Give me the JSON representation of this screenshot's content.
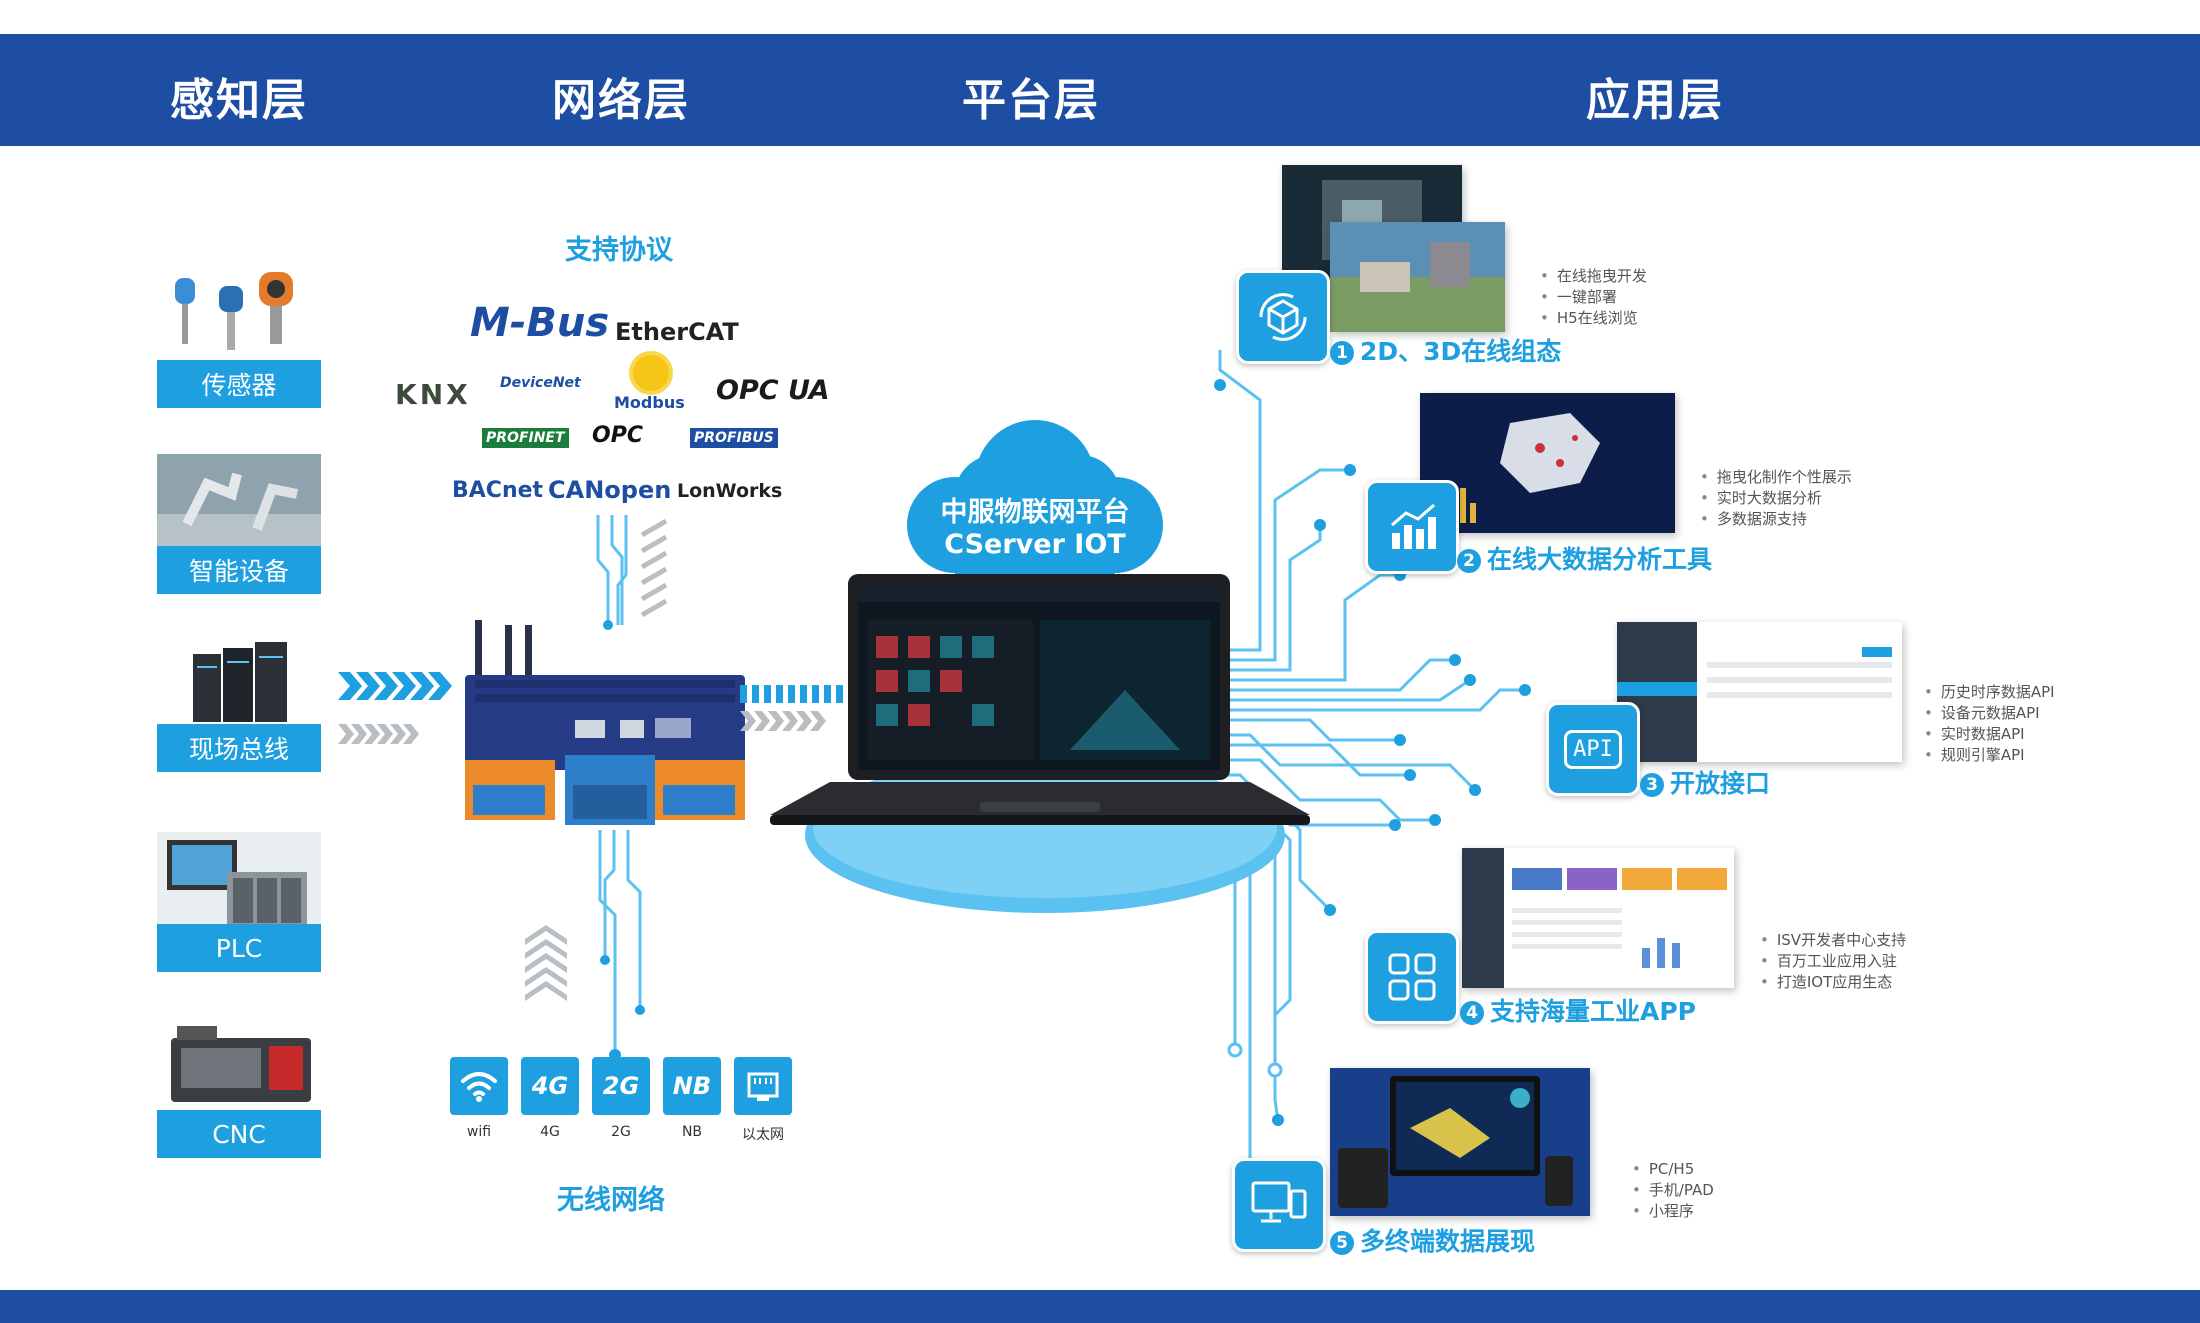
{
  "header": {
    "layers": [
      "感知层",
      "网络层",
      "平台层",
      "应用层"
    ]
  },
  "devices": [
    "传感器",
    "智能设备",
    "现场总线",
    "PLC",
    "CNC"
  ],
  "protocols": {
    "title": "支持协议",
    "logos": [
      "M-Bus",
      "EtherCAT",
      "KNX",
      "DeviceNet",
      "Modbus",
      "OPC UA",
      "PROFINET",
      "OPC",
      "PROFIBUS",
      "BACnet",
      "CANopen",
      "LonWorks"
    ]
  },
  "wireless": {
    "title": "无线网络",
    "items": [
      {
        "icon": "wifi-icon",
        "label": "wifi"
      },
      {
        "icon": "4g-icon",
        "label": "4G"
      },
      {
        "icon": "2g-icon",
        "label": "2G"
      },
      {
        "icon": "nb-icon",
        "label": "NB"
      },
      {
        "icon": "ethernet-icon",
        "label": "以太网"
      }
    ]
  },
  "platform": {
    "name_line1": "中服物联网平台",
    "name_line2": "CServer IOT"
  },
  "apps": [
    {
      "num": "1",
      "title": "2D、3D在线组态",
      "icon": "cube-rotate-icon",
      "bullets": [
        "在线拖曳开发",
        "一键部署",
        "H5在线浏览"
      ]
    },
    {
      "num": "2",
      "title": "在线大数据分析工具",
      "icon": "bar-chart-icon",
      "bullets": [
        "拖曳化制作个性展示",
        "实时大数据分析",
        "多数据源支持"
      ]
    },
    {
      "num": "3",
      "title": "开放接口",
      "icon": "api-icon",
      "icon_text": "API",
      "bullets": [
        "历史时序数据API",
        "设备元数据API",
        "实时数据API",
        "规则引擎API"
      ]
    },
    {
      "num": "4",
      "title": "支持海量工业APP",
      "icon": "app-grid-icon",
      "bullets": [
        "ISV开发者中心支持",
        "百万工业应用入驻",
        "打造IOT应用生态"
      ]
    },
    {
      "num": "5",
      "title": "多终端数据展现",
      "icon": "multi-device-icon",
      "bullets": [
        "PC/H5",
        "手机/PAD",
        "小程序"
      ]
    }
  ],
  "colors": {
    "header": "#1d4ea3",
    "accent": "#1e9fe0",
    "light": "#5bc1f0"
  }
}
